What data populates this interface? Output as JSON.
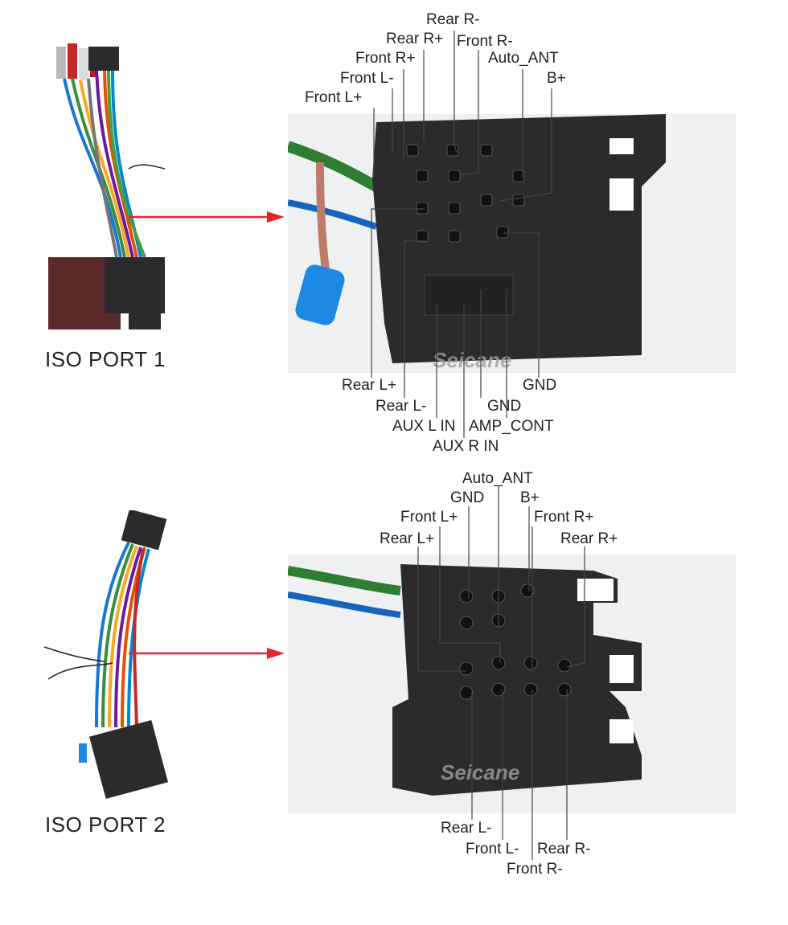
{
  "ports": [
    {
      "title": "ISO PORT 1",
      "top_labels": [
        "Rear R-",
        "Rear R+",
        "Front R-",
        "Front R+",
        "Auto_ANT",
        "Front L-",
        "B+",
        "Front L+"
      ],
      "bottom_labels": [
        "Rear L+",
        "GND",
        "Rear L-",
        "GND",
        "AUX L IN",
        "AMP_CONT",
        "AUX R IN"
      ],
      "watermark": "Seicane"
    },
    {
      "title": "ISO PORT 2",
      "top_labels": [
        "Auto_ANT",
        "GND",
        "B+",
        "Front L+",
        "Front R+",
        "Rear L+",
        "Rear R+"
      ],
      "bottom_labels": [
        "Rear L-",
        "Front L-",
        "Rear R-",
        "Front R-"
      ],
      "watermark": "Seicane"
    }
  ],
  "colors": {
    "arrow": "#e8222a",
    "leader": "#444444",
    "connector": "#2b2b2d"
  },
  "icons": [
    "wire-harness-icon",
    "connector-icon",
    "arrow-right-icon"
  ]
}
